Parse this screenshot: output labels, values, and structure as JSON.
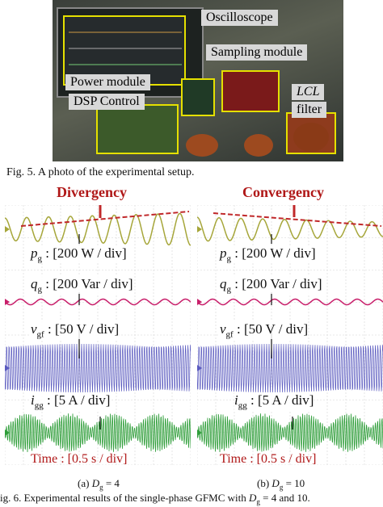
{
  "fig5": {
    "labels": {
      "oscilloscope": "Oscilloscope",
      "sampling": "Sampling module",
      "power": "Power module",
      "dsp": "DSP Control",
      "lcl_italic": "LCL",
      "filter": "filter"
    },
    "caption": "Fig. 5. A photo of the experimental setup."
  },
  "fig6": {
    "left_title": "Divergency",
    "right_title": "Convergency",
    "pg_var": "p",
    "qg_var": "q",
    "vgf_var": "v",
    "igg_var": "i",
    "g_sub": "g",
    "gf_sub": "gf",
    "gg_sub": "gg",
    "pg_scale": ": [200 W / div]",
    "qg_scale": ": [200 Var / div]",
    "vgf_scale": ": [50 V / div]",
    "igg_scale": ": [5 A / div]",
    "time_scale": "Time : [0.5 s / div]",
    "sub_a_prefix": "(a) ",
    "sub_a_value": " = 4",
    "sub_b_prefix": "(b) ",
    "sub_b_value": " = 10",
    "d_var": "D",
    "caption_text": "ig. 6. Experimental results of the single-phase GFMC with ",
    "caption_tail_1": " = 4 and 10.",
    "colors": {
      "pg": "#a6a63a",
      "qg": "#c81e6a",
      "vgf": "#5a5abf",
      "igg": "#2f9e3a",
      "accent": "#c0282a"
    }
  }
}
